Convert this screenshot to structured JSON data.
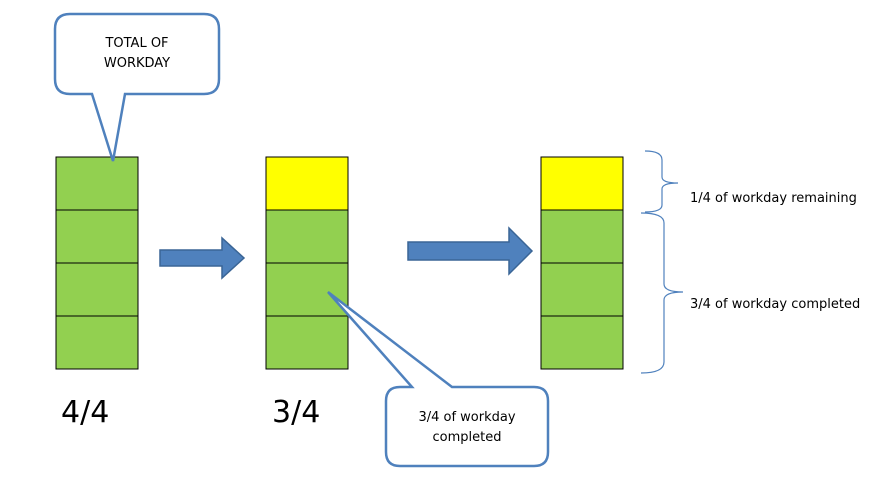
{
  "colors": {
    "done": "#92d050",
    "remaining": "#ffff00",
    "arrow": "#4f81bd",
    "arrow_border": "#3a6596",
    "callout_border": "#4f81bd",
    "bracket": "#4f81bd"
  },
  "callouts": {
    "total": {
      "line1": "TOTAL OF",
      "line2": "WORKDAY"
    },
    "completed": {
      "line1": "3/4 of workday",
      "line2": "completed"
    }
  },
  "stacks": [
    {
      "label": "4/4",
      "segments": [
        "done",
        "done",
        "done",
        "done"
      ]
    },
    {
      "label": "3/4",
      "segments": [
        "remaining",
        "done",
        "done",
        "done"
      ]
    },
    {
      "label": "",
      "segments": [
        "remaining",
        "done",
        "done",
        "done"
      ]
    }
  ],
  "brackets": {
    "remaining_label": "1/4 of workday remaining",
    "completed_label": "3/4 of workday completed"
  }
}
